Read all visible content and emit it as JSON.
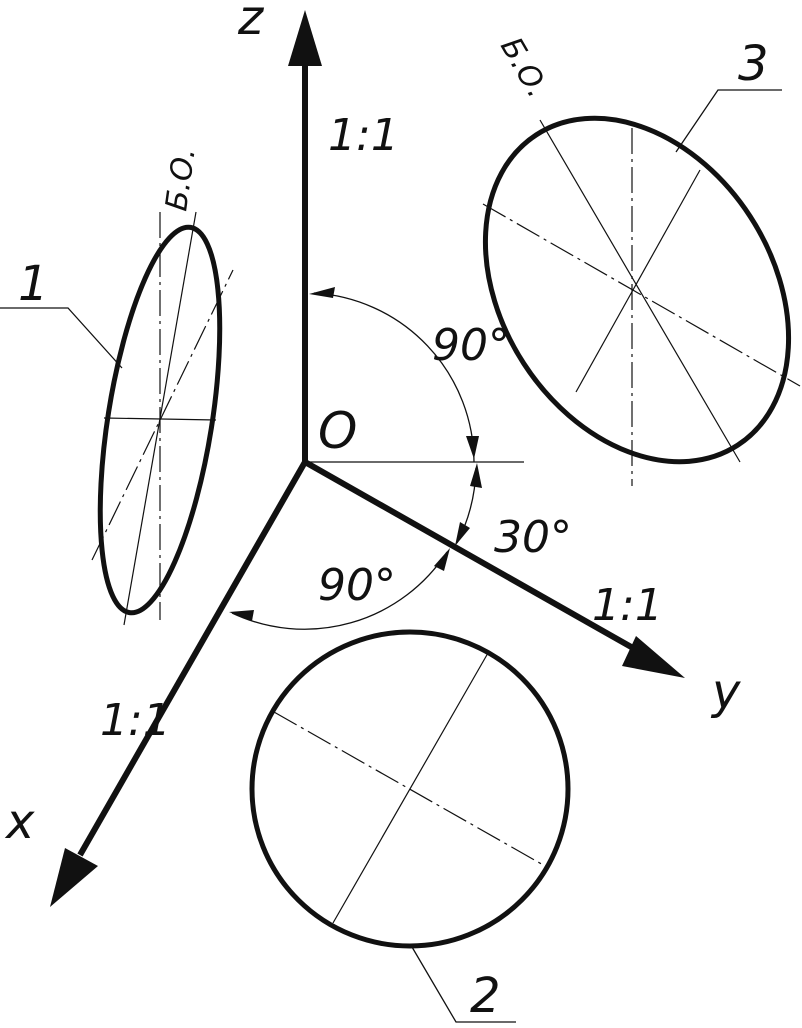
{
  "axes": {
    "z_label": "z",
    "y_label": "y",
    "x_label": "x",
    "origin_label": "O",
    "z_scale": "1:1",
    "y_scale": "1:1",
    "x_scale": "1:1"
  },
  "angles": {
    "z_y": "90°",
    "y_horizontal": "30°",
    "x_y": "90°"
  },
  "ellipses": {
    "e1": {
      "number": "1",
      "axis_label": "Б.О."
    },
    "e2": {
      "number": "2"
    },
    "e3": {
      "number": "3",
      "axis_label": "Б.О."
    }
  },
  "colors": {
    "line": "#111111",
    "background": "#ffffff"
  }
}
